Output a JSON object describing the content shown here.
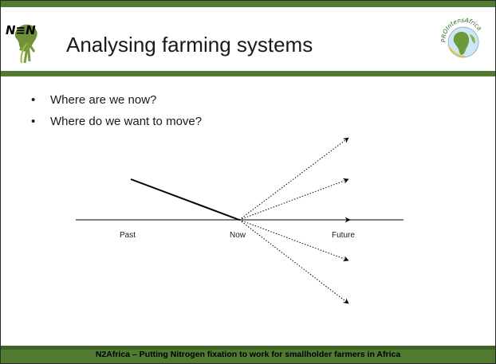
{
  "slide": {
    "title": "Analysing farming systems",
    "left_logo_text": "N≡N",
    "right_logo_text": "PROIntensAfrica",
    "bullets": [
      "Where are we now?",
      "Where do we want to move?"
    ],
    "footer": "N2Africa – Putting Nitrogen fixation to work for smallholder farmers in Africa"
  },
  "diagram": {
    "labels": {
      "past": "Past",
      "now": "Now",
      "future": "Future"
    }
  },
  "colors": {
    "green": "#4f7a30",
    "dark_green": "#3f6327",
    "text": "#1a1a1a"
  }
}
